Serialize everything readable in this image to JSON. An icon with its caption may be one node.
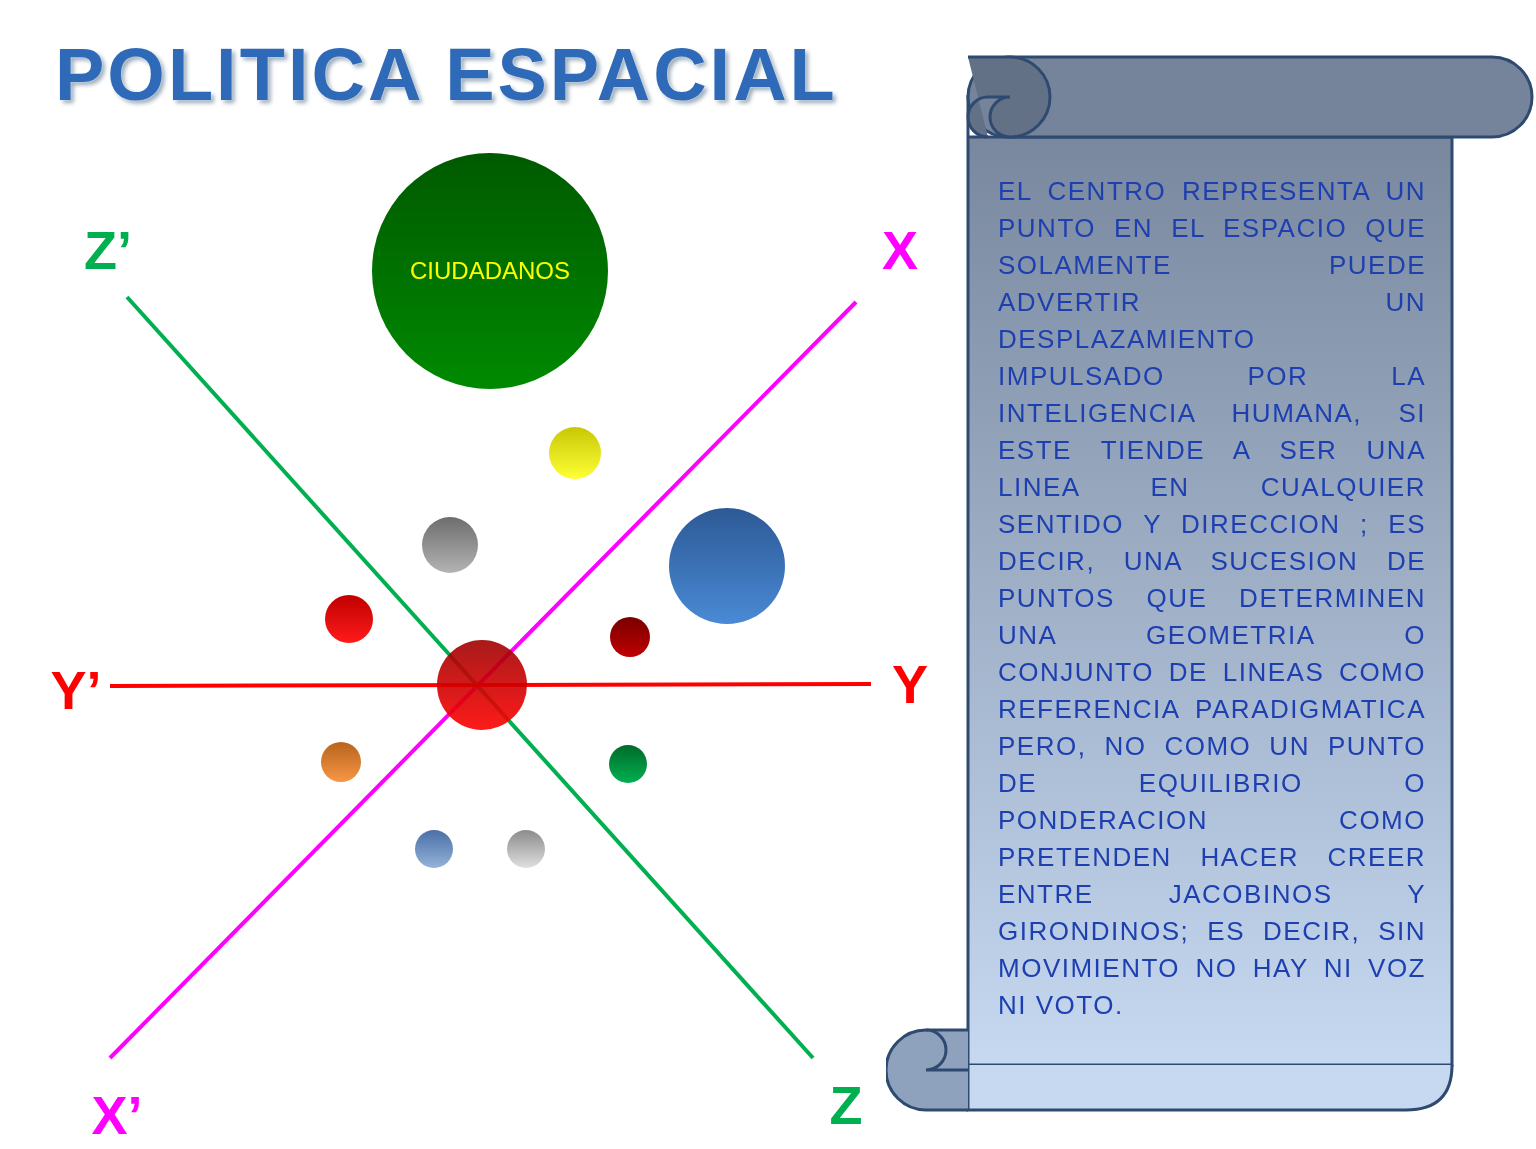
{
  "diagram": {
    "title": "POLITICA ESPACIAL",
    "nodes": [
      {
        "text": [
          "CIUDADANOS"
        ]
      },
      {
        "text": [],
        "shape": "circle"
      },
      {
        "text": [],
        "shape": "circle"
      },
      {
        "text": [],
        "shape": "circle"
      },
      {
        "text": [],
        "shape": "circle"
      },
      {
        "text": [],
        "shape": "circle"
      },
      {
        "text": [],
        "shape": "circle"
      },
      {
        "text": [],
        "shape": "circle"
      },
      {
        "text": [],
        "shape": "circle"
      },
      {
        "text": [],
        "shape": "circle"
      },
      {
        "text": [],
        "shape": "circle"
      },
      {
        "text": [
          "EL CENTRO REPRESENTA UN PUNTO EN EL ESPACIO QUE SOLAMENTE PUEDE ADVERTIR UN DESPLAZAMIENTO IMPULSADO POR LA INTELIGENCIA HUMANA, SI ESTE TIENDE A SER UNA LINEA EN CUALQUIER SENTIDO Y DIRECCION ; ES DECIR, UNA SUCESION DE PUNTOS QUE DETERMINEN UNA GEOMETRIA O CONJUNTO DE LINEAS COMO REFERENCIA PARADIGMATICA PERO, NO COMO UN PUNTO DE EQUILIBRIO O PONDERACION COMO PRETENDEN HACER CREER ENTRE JACOBINOS Y GIRONDINOS; ES DECIR, SIN MOVIMIENTO NO HAY NI VOZ NI VOTO."
        ]
      }
    ],
    "edges": [],
    "labels": [
      "Z’",
      "X",
      "Y’",
      "Y",
      "X’",
      "Z"
    ]
  }
}
